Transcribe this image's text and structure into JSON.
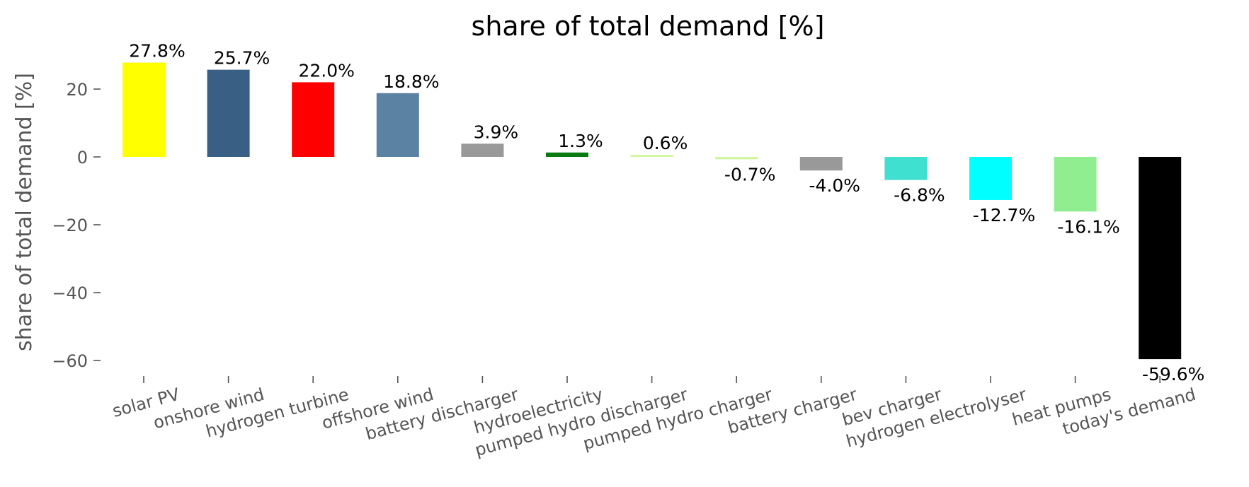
{
  "chart_data": {
    "type": "bar",
    "title": "share of total demand [%]",
    "xlabel": "",
    "ylabel": "share of total demand [%]",
    "ylim": [
      -65,
      33
    ],
    "yticks": [
      20,
      0,
      -20,
      -40,
      -60
    ],
    "ytick_labels": [
      "20",
      "0",
      "−20",
      "−40",
      "−60"
    ],
    "grid": false,
    "legend": "none",
    "categories": [
      "solar PV",
      "onshore wind",
      "hydrogen turbine",
      "offshore wind",
      "battery discharger",
      "hydroelectricity",
      "pumped hydro discharger",
      "pumped hydro charger",
      "battery charger",
      "bev charger",
      "hydrogen electrolyser",
      "heat pumps",
      "today's demand"
    ],
    "values": [
      27.8,
      25.7,
      22.0,
      18.8,
      3.9,
      1.3,
      0.6,
      -0.7,
      -4.0,
      -6.8,
      -12.7,
      -16.1,
      -59.6
    ],
    "value_labels": [
      "27.8%",
      "25.7%",
      "22.0%",
      "18.8%",
      "3.9%",
      "1.3%",
      "0.6%",
      "-0.7%",
      "-4.0%",
      "-6.8%",
      "-12.7%",
      "-16.1%",
      "-59.6%"
    ],
    "colors": [
      "#ffff00",
      "#3a5f84",
      "#ff0000",
      "#5b82a3",
      "#999999",
      "#0a7a12",
      "#d2f5a0",
      "#d2f5a0",
      "#999999",
      "#40e0d0",
      "#00ffff",
      "#90ee90",
      "#000000"
    ]
  }
}
